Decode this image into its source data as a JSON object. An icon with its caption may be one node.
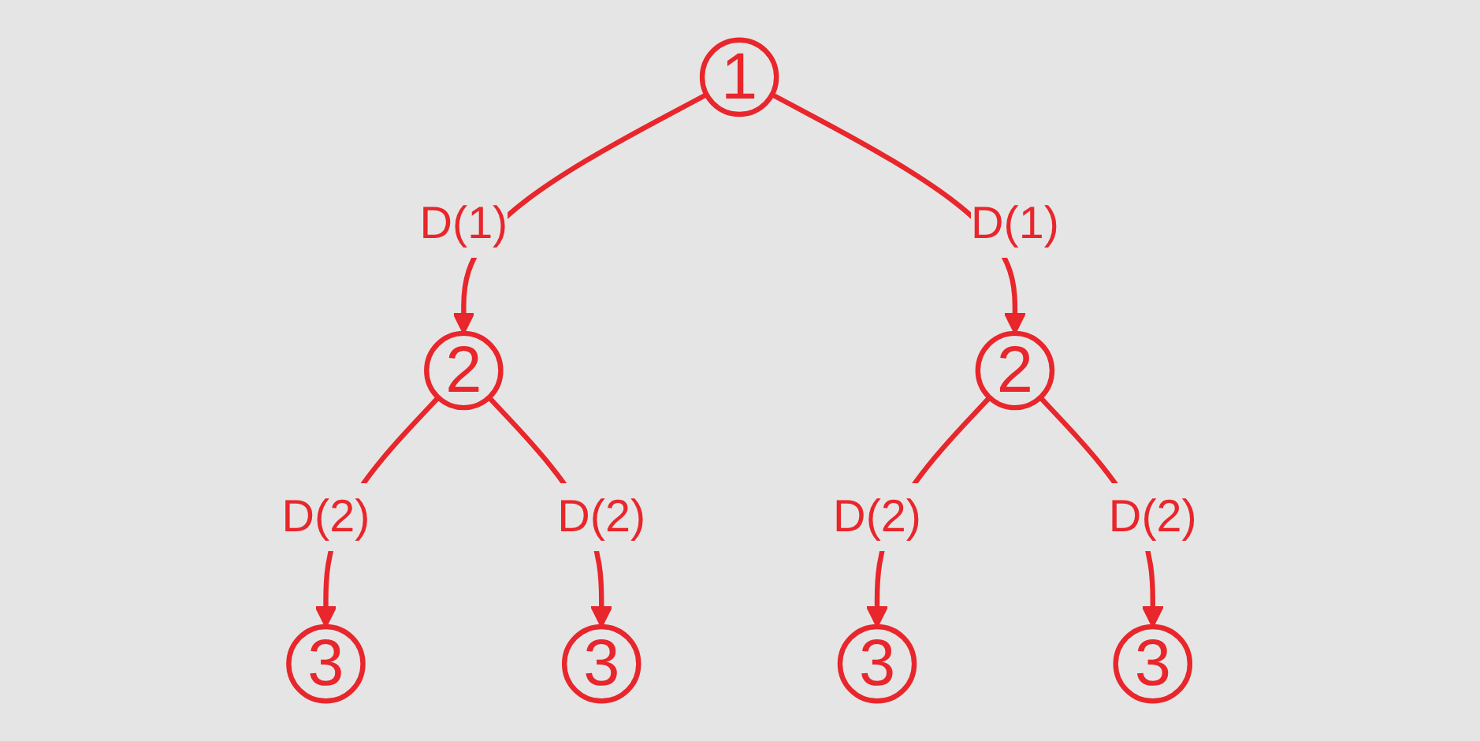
{
  "diagram": {
    "nodes": [
      {
        "text": [
          "1"
        ]
      },
      {
        "text": [
          "2"
        ]
      },
      {
        "text": [
          "2"
        ]
      },
      {
        "text": [
          "3"
        ]
      },
      {
        "text": [
          "3"
        ]
      },
      {
        "text": [
          "3"
        ]
      },
      {
        "text": [
          "3"
        ]
      }
    ],
    "edges": [
      {
        "from": 0,
        "to": 1,
        "arrow": "to",
        "label": "D(1)"
      },
      {
        "from": 0,
        "to": 2,
        "arrow": "to",
        "label": "D(1)"
      },
      {
        "from": 1,
        "to": 3,
        "arrow": "to",
        "label": "D(2)"
      },
      {
        "from": 1,
        "to": 4,
        "arrow": "to",
        "label": "D(2)"
      },
      {
        "from": 2,
        "to": 5,
        "arrow": "to",
        "label": "D(2)"
      },
      {
        "from": 2,
        "to": 6,
        "arrow": "to",
        "label": "D(2)"
      }
    ]
  }
}
